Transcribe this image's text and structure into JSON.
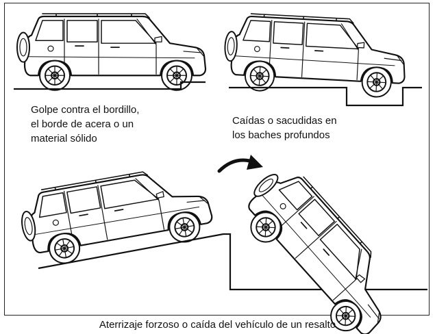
{
  "captions": {
    "curb": [
      "Golpe contra el bordillo,",
      "el borde de acera o un",
      "material sólido"
    ],
    "potholes": [
      "Caídas o sacudidas en",
      "los baches profundos"
    ],
    "landing": "Aterrizaje forzoso o caída del vehículo de un resalto"
  },
  "icons": {
    "vehicles": "suv-side-view-icon",
    "arrow": "curved-arrow-icon"
  },
  "colors": {
    "line": "#111111",
    "background": "#ffffff"
  }
}
